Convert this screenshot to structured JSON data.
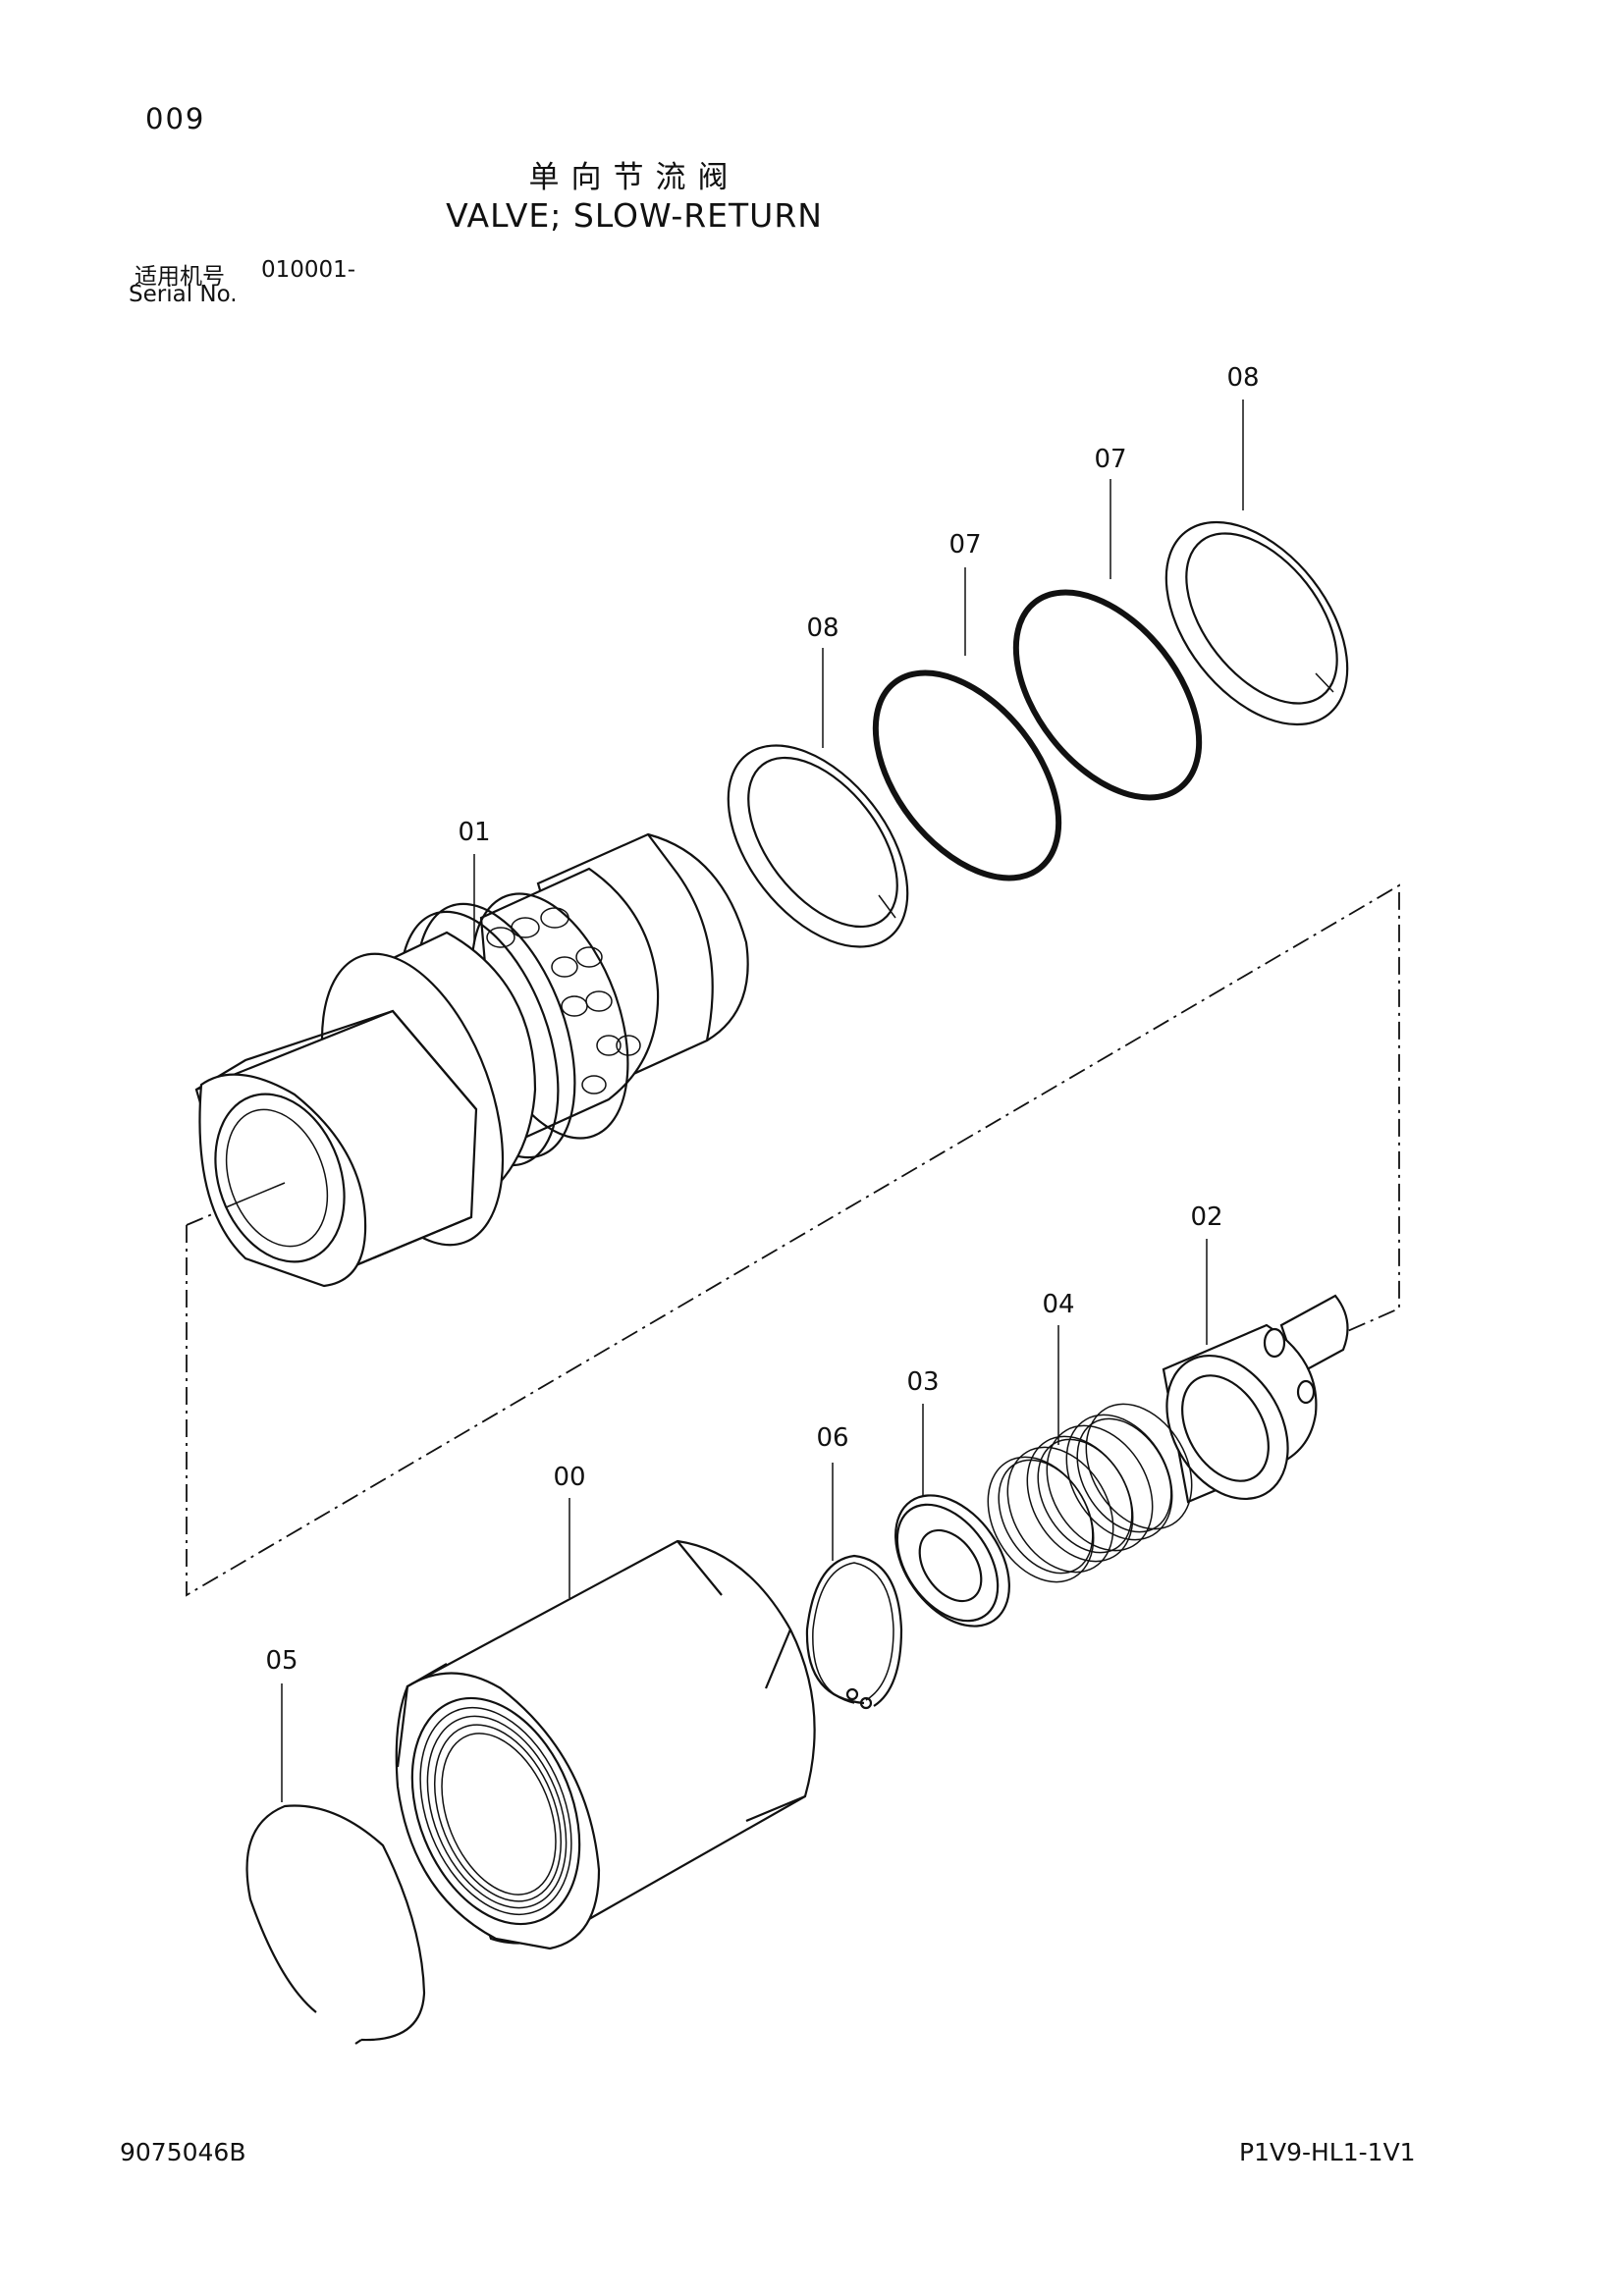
{
  "header": {
    "page_number": "009",
    "title_cn": "单向节流阀",
    "title_en": "VALVE; SLOW-RETURN",
    "serial_label_cn": "适用机号",
    "serial_value": "010001-",
    "serial_label_en": "Serial No."
  },
  "callouts": {
    "p00": "00",
    "p01": "01",
    "p02": "02",
    "p03": "03",
    "p04": "04",
    "p05": "05",
    "p06": "06",
    "p07a": "07",
    "p07b": "07",
    "p08a": "08",
    "p08b": "08"
  },
  "footer": {
    "doc_id": "9075046B",
    "model_code": "P1V9-HL1-1V1"
  }
}
